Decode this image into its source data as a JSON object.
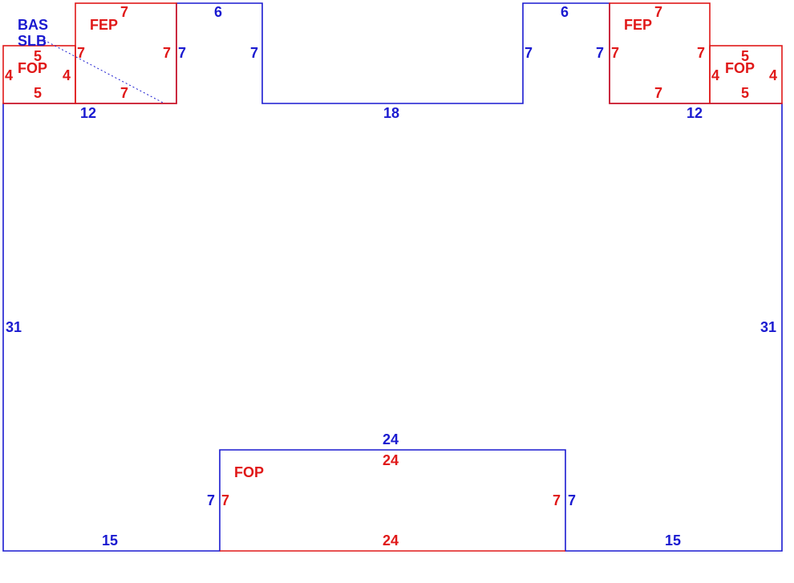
{
  "colors": {
    "base": "#1a1ad0",
    "addition": "#e01818"
  },
  "areas": {
    "base": [
      "BAS",
      "SLB"
    ],
    "fep_left": "FEP",
    "fep_right": "FEP",
    "fop_left": "FOP",
    "fop_right": "FOP",
    "fop_bottom": "FOP"
  },
  "dimensions": {
    "base_left_side": "31",
    "base_right_side": "31",
    "base_top_left": "12",
    "base_top_middle": "18",
    "base_top_right": "12",
    "base_bottom_left": "15",
    "base_bottom_right": "15",
    "notch_left_top": "6",
    "notch_left_left": "7",
    "notch_left_right": "7",
    "notch_right_top": "6",
    "notch_right_left": "7",
    "notch_right_right": "7",
    "recess_top": "24",
    "recess_left": "7",
    "recess_right": "7",
    "fep_left_top": "7",
    "fep_left_left": "7",
    "fep_left_right": "7",
    "fep_left_bottom": "7",
    "fep_right_top": "7",
    "fep_right_left": "7",
    "fep_right_right": "7",
    "fep_right_bottom": "7",
    "fop_left_top": "5",
    "fop_left_left": "4",
    "fop_left_right": "4",
    "fop_left_bottom": "5",
    "fop_right_top": "5",
    "fop_right_left": "4",
    "fop_right_right": "4",
    "fop_right_bottom": "5",
    "fop_bottom_top": "24",
    "fop_bottom_left": "7",
    "fop_bottom_right": "7",
    "fop_bottom_bottom": "24"
  }
}
